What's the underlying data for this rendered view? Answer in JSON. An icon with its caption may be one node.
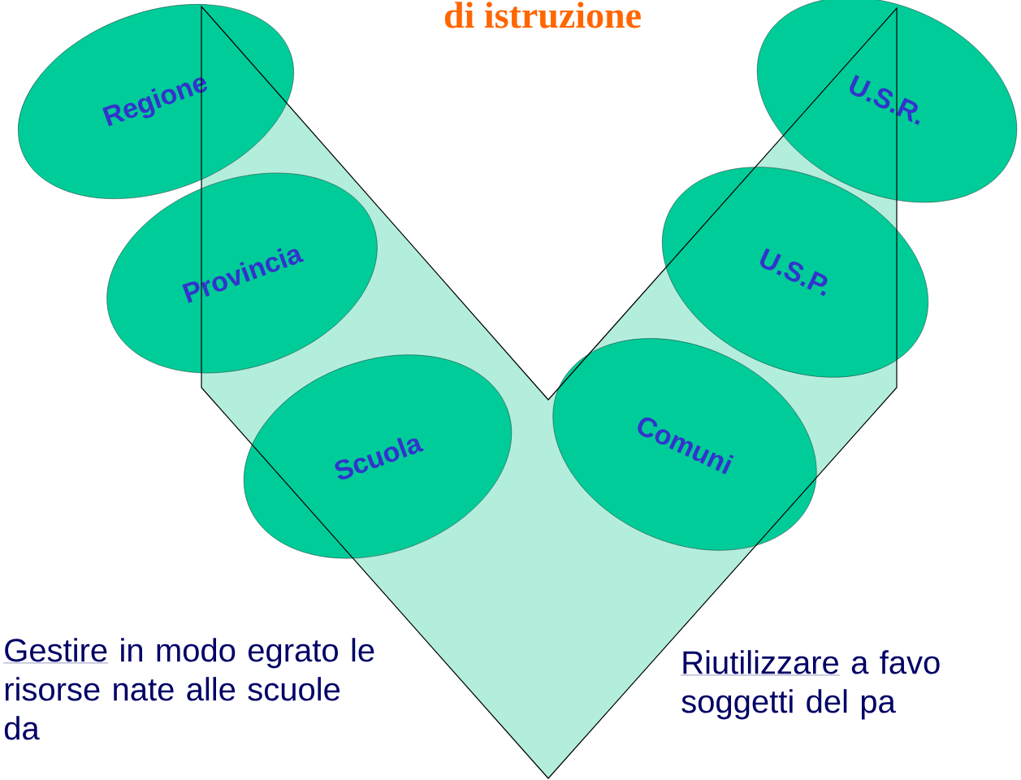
{
  "diagram": {
    "title": "di istruzione",
    "nodes": [
      {
        "text": [
          "Regione"
        ]
      },
      {
        "text": [
          "Provincia"
        ]
      },
      {
        "text": [
          "Scuola"
        ]
      },
      {
        "text": [
          "Comuni"
        ]
      },
      {
        "text": [
          "U.S.P."
        ]
      },
      {
        "text": [
          "U.S.R."
        ]
      }
    ],
    "labels": [
      "Gestire",
      "in modo egrato le risorse nate alle scuole da",
      "Riutilizzare",
      "a favo soggetti del pa"
    ]
  }
}
